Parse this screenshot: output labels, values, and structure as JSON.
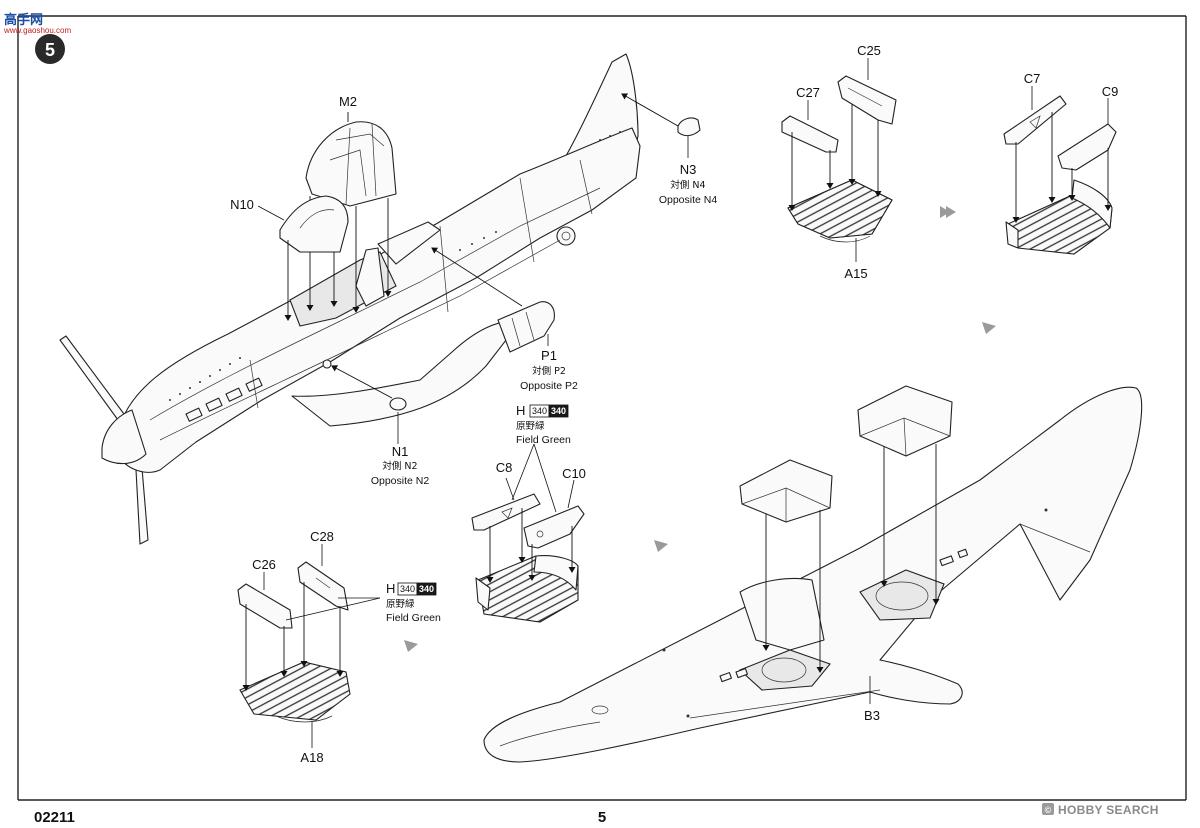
{
  "watermark": {
    "logo_text": "高手网",
    "url": "www.gaoshou.com"
  },
  "step": {
    "number": "5"
  },
  "callouts": {
    "m2": "M2",
    "n10": "N10",
    "n3": {
      "part": "N3",
      "cjk": "対側 N4",
      "opposite": "Opposite N4"
    },
    "p1": {
      "part": "P1",
      "cjk": "対側 P2",
      "opposite": "Opposite P2"
    },
    "n1": {
      "part": "N1",
      "cjk": "対側 N2",
      "opposite": "Opposite N2"
    },
    "c25": "C25",
    "c27": "C27",
    "a15": "A15",
    "c7": "C7",
    "c9": "C9",
    "c8": "C8",
    "c10": "C10",
    "c26": "C26",
    "c28": "C28",
    "a18": "A18",
    "b3": "B3"
  },
  "paint_refs": [
    {
      "letter": "H",
      "code_a": "340",
      "code_b": "340",
      "cjk": "原野緑",
      "name": "Field Green"
    },
    {
      "letter": "H",
      "code_a": "340",
      "code_b": "340",
      "cjk": "原野緑",
      "name": "Field Green"
    }
  ],
  "footer": {
    "product_code": "02211",
    "page_number": "5",
    "brand": "HOBBY SEARCH"
  }
}
